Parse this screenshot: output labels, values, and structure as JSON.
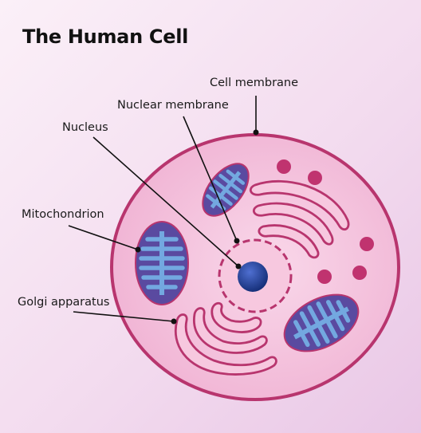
{
  "title": "The Human Cell",
  "labels": {
    "cell_membrane": "Cell membrane",
    "nuclear_membrane": "Nuclear membrane",
    "nucleus": "Nucleus",
    "mitochondrion": "Mitochondrion",
    "golgi_apparatus": "Golgi apparatus"
  },
  "colors": {
    "cytoplasm": "#f4bcd9",
    "membrane": "#b8356e",
    "mitochondria_outer": "#5a4aa0",
    "mitochondria_inner": "#73a8e0",
    "nucleus": "#1f3a8a",
    "vesicle": "#c0336f"
  }
}
